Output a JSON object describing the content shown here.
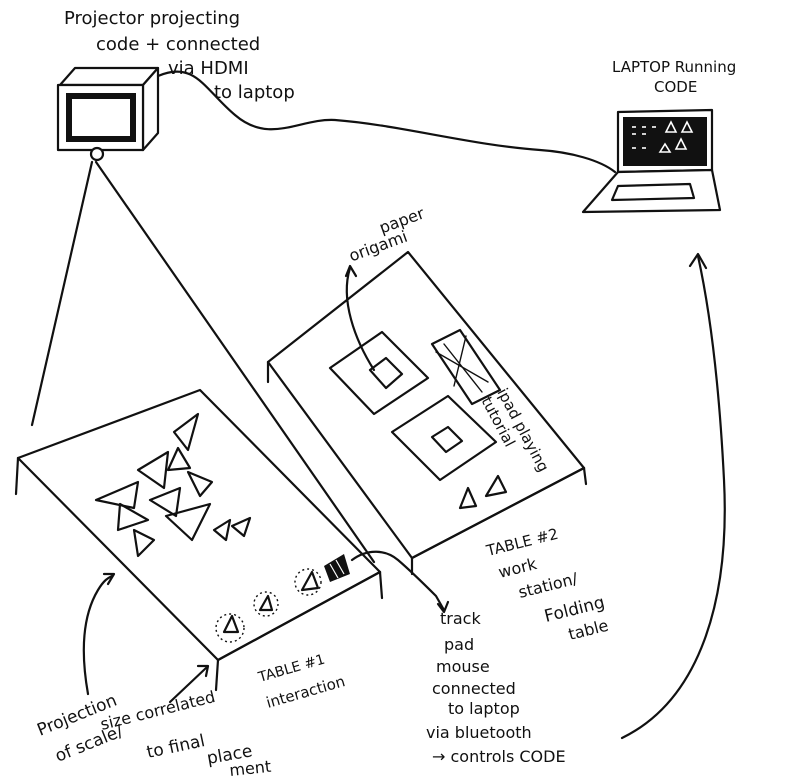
{
  "projector": {
    "label_lines": [
      "Projector projecting",
      "code + connected",
      "via HDMI",
      "to laptop"
    ]
  },
  "laptop": {
    "label_lines": [
      "LAPTOP Running",
      "CODE"
    ]
  },
  "origami": {
    "label_lines": [
      "origami",
      "paper"
    ]
  },
  "ipad": {
    "label_lines": [
      "ipad playing",
      "tutorial"
    ]
  },
  "table2": {
    "label_lines": [
      "TABLE #2",
      "work",
      "station/",
      "Folding",
      "table"
    ]
  },
  "table1": {
    "label_lines": [
      "TABLE #1",
      "interaction"
    ]
  },
  "trackpad": {
    "label_lines": [
      "track",
      "pad",
      "mouse",
      "connected",
      "to laptop",
      "via bluetooth",
      "→ controls CODE"
    ]
  },
  "projection_note": {
    "label_lines": [
      "Projection",
      "of scale/",
      "size correlated",
      "to final",
      "place",
      "ment"
    ]
  }
}
